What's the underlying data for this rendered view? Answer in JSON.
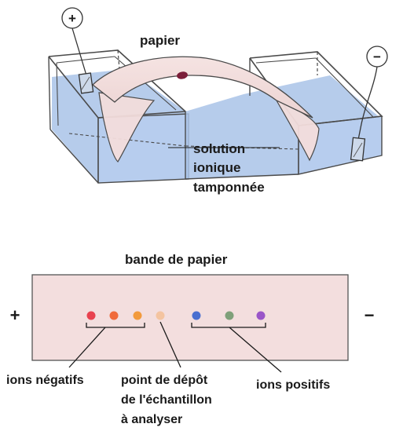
{
  "apparatus": {
    "anode_symbol": "+",
    "cathode_symbol": "−",
    "paper_label": "papier",
    "solution_label_lines": [
      "solution",
      "ionique",
      "tamponnée"
    ],
    "colors": {
      "solution": "#a9c3e8",
      "paper": "#f2dcdb",
      "sample_spot": "#7b1f3a",
      "glass_edge": "#4a4a4a"
    }
  },
  "strip": {
    "title": "bande de papier",
    "left_sign": "+",
    "right_sign": "−",
    "color": "#f3dede",
    "spots": [
      {
        "role": "ion-negatif",
        "color": "#e8424f"
      },
      {
        "role": "ion-negatif",
        "color": "#f06a3a"
      },
      {
        "role": "ion-negatif",
        "color": "#f29a3c"
      },
      {
        "role": "point-de-depot",
        "color": "#f4c4a0"
      },
      {
        "role": "ion-positif",
        "color": "#4a6fd0"
      },
      {
        "role": "ion-positif",
        "color": "#7fa07a"
      },
      {
        "role": "ion-positif",
        "color": "#9a55c8"
      }
    ],
    "label_negative": "ions négatifs",
    "label_deposit_lines": [
      "point de dépôt",
      "de l'échantillon",
      "à analyser"
    ],
    "label_positive": "ions positifs"
  }
}
